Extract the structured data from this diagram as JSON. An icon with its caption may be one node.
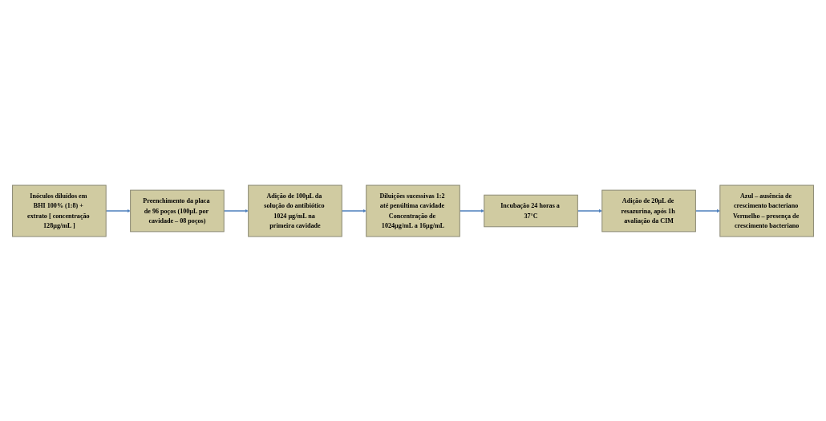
{
  "diagram": {
    "nodes": [
      {
        "text": [
          "Inóculos diluídos em BHI 100% (1:8) + extrato [ concentração 128µg/mL ]"
        ]
      },
      {
        "text": [
          "Preenchimento da placa de 96 poços (100µL por cavidade – 08 poços)"
        ]
      },
      {
        "text": [
          "Adição de 100µL da solução do antibiótico 1024 µg/mL na primeira cavidade"
        ]
      },
      {
        "text": [
          "Diluições sucessivas 1:2 até penúltima cavidade Concentração de 1024µg/mL a 16µg/mL"
        ]
      },
      {
        "text": [
          "Incubação 24 horas a 37°C"
        ]
      },
      {
        "text": [
          "Adição de 20µL de resazurina, após 1h avaliação da CIM"
        ]
      },
      {
        "text": [
          "Azul – ausência de crescimento bacteriano Vermelho – presença de crescimento bacteriano"
        ]
      }
    ],
    "edges": [
      {
        "from": 0,
        "to": 1,
        "arrow": "to"
      },
      {
        "from": 1,
        "to": 2,
        "arrow": "to"
      },
      {
        "from": 2,
        "to": 3,
        "arrow": "to"
      },
      {
        "from": 3,
        "to": 4,
        "arrow": "to"
      },
      {
        "from": 4,
        "to": 5,
        "arrow": "to"
      },
      {
        "from": 5,
        "to": 6,
        "arrow": "to"
      }
    ]
  }
}
